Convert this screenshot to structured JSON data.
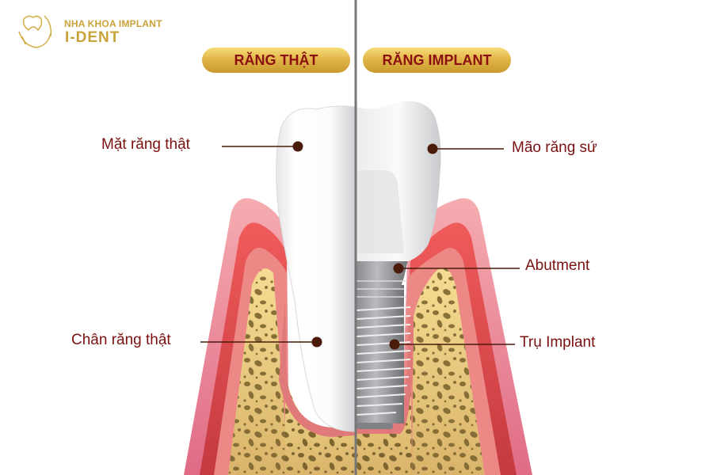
{
  "brand": {
    "line1": "NHA KHOA IMPLANT",
    "line2": "I-DENT",
    "icon": "tooth-logo-icon",
    "color": "#c9a23a"
  },
  "headers": {
    "left": "RĂNG THẬT",
    "right": "RĂNG IMPLANT"
  },
  "labels": {
    "natural_crown": "Mặt răng thật",
    "natural_root": "Chân răng thật",
    "implant_crown": "Mão răng sứ",
    "abutment": "Abutment",
    "implant_post": "Trụ Implant"
  },
  "colors": {
    "label_text": "#7a1010",
    "header_text": "#8b1111",
    "pointer": "#4a1a0a",
    "gum_outer": "#f2a3a8",
    "gum_mid": "#ef585a",
    "gum_inner": "#ec8886",
    "bone": "#f0d48a",
    "bone_spots": "#7d6530",
    "divider": "#777777"
  }
}
